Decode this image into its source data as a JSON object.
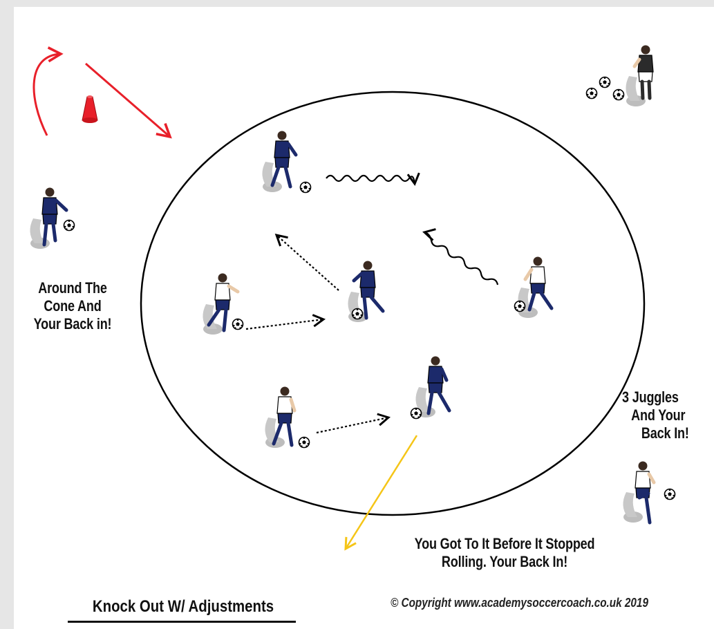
{
  "diagram": {
    "title": "Knock Out W/ Adjustments",
    "copyright": "© Copyright www.academysoccercoach.co.uk 2019",
    "notes": {
      "left": [
        "Around The",
        "Cone And",
        "Your Back in!"
      ],
      "right": [
        "3 Juggles",
        "And Your",
        "Back In!"
      ],
      "bottom": [
        "You Got To It Before It Stopped",
        "Rolling. Your Back In!"
      ]
    },
    "colors": {
      "blue_kit": "#1c2a6b",
      "white_kit": "#ffffff",
      "black_kit": "#222222",
      "red_arrow": "#e8202a",
      "cone": "#e8202a",
      "yellow_arrow": "#f5c518",
      "outline": "#000000"
    },
    "icons": {
      "player": "player-icon",
      "ball": "ball-icon",
      "cone": "cone-icon"
    }
  }
}
